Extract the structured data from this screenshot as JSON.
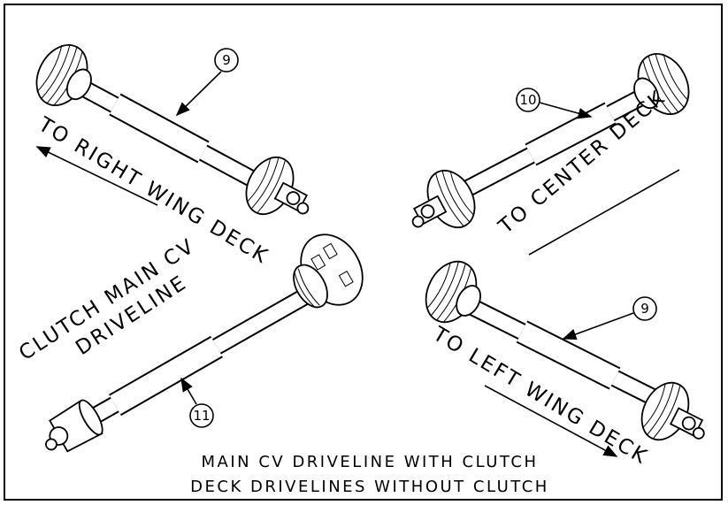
{
  "callouts": {
    "shaft_right_wing": "9",
    "shaft_center": "10",
    "shaft_left_wing": "9",
    "shaft_main": "11"
  },
  "labels": {
    "right_wing": "TO RIGHT WING DECK",
    "center": "TO CENTER DECK",
    "left_wing": "TO LEFT WING DECK",
    "clutch_line1": "CLUTCH MAIN CV",
    "clutch_line2": "DRIVELINE"
  },
  "caption": {
    "line1": "MAIN CV DRIVELINE WITH CLUTCH",
    "line2": "DECK DRIVELINES WITHOUT CLUTCH"
  }
}
